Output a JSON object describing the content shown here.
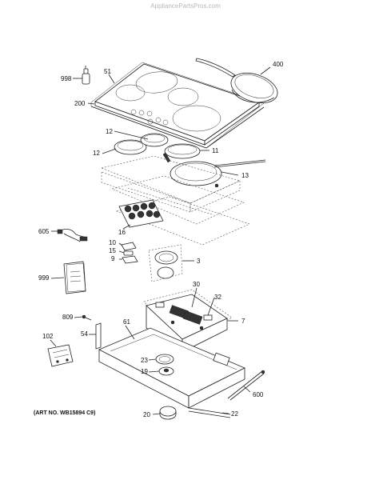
{
  "watermark": "AppliancePartsPros.com",
  "art_number": "(ART NO. WB15894 C9)",
  "callouts": {
    "c998": "998",
    "c51": "51",
    "c400": "400",
    "c200": "200",
    "c12a": "12",
    "c12b": "12",
    "c11": "11",
    "c13": "13",
    "c16": "16",
    "c605": "605",
    "c10": "10",
    "c15": "15",
    "c9": "9",
    "c3": "3",
    "c999": "999",
    "c30": "30",
    "c32": "32",
    "c7": "7",
    "c809": "809",
    "c61": "61",
    "c54": "54",
    "c102": "102",
    "c23": "23",
    "c19": "19",
    "c600": "600",
    "c20": "20",
    "c22": "22"
  }
}
